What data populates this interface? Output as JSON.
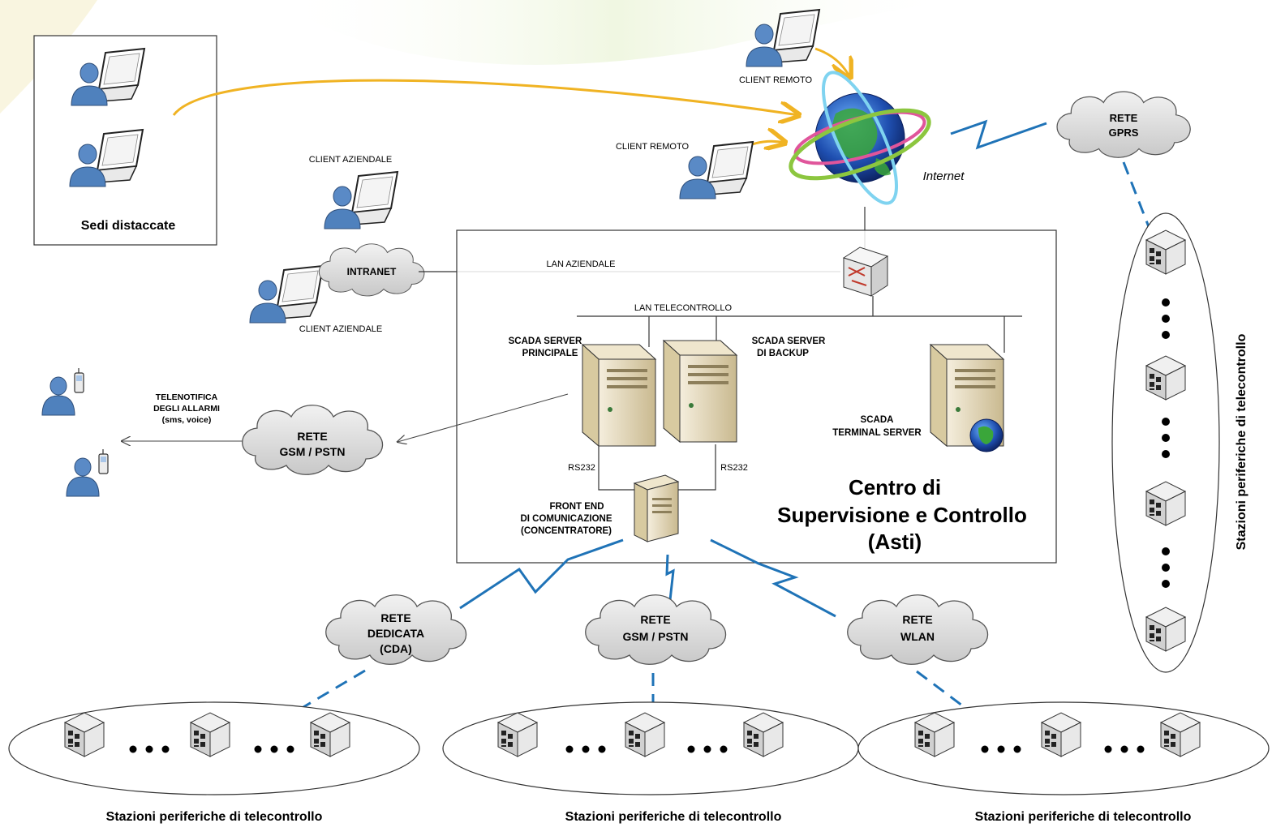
{
  "remote_offices": {
    "label": "Sedi distaccate"
  },
  "clients": {
    "remote_top": "CLIENT REMOTO",
    "remote_mid": "CLIENT REMOTO",
    "corporate_top": "CLIENT AZIENDALE",
    "corporate_bottom": "CLIENT AZIENDALE"
  },
  "internet": {
    "label": "Internet"
  },
  "networks": {
    "gprs": [
      "RETE",
      "GPRS"
    ],
    "intranet": "INTRANET",
    "gsm_left": [
      "RETE",
      "GSM / PSTN"
    ],
    "dedicated": [
      "RETE",
      "DEDICATA",
      "(CDA)"
    ],
    "gsm_bottom": [
      "RETE",
      "GSM / PSTN"
    ],
    "wlan": [
      "RETE",
      "WLAN"
    ]
  },
  "lans": {
    "corporate": "LAN AZIENDALE",
    "telecontrol": "LAN TELECONTROLLO"
  },
  "servers": {
    "main": [
      "SCADA SERVER",
      "PRINCIPALE"
    ],
    "backup": [
      "SCADA SERVER",
      "DI BACKUP"
    ],
    "terminal": [
      "SCADA",
      "TERMINAL SERVER"
    ],
    "front_end": [
      "FRONT END",
      "DI COMUNICAZIONE",
      "(CONCENTRATORE)"
    ],
    "rs232_left": "RS232",
    "rs232_right": "RS232"
  },
  "alarm_notification": [
    "TELENOTIFICA",
    "DEGLI ALLARMI",
    "(sms, voice)"
  ],
  "center": {
    "title_lines": [
      "Centro di",
      "Supervisione e Controllo",
      "(Asti)"
    ]
  },
  "stations": {
    "bottom_left": "Stazioni periferiche di telecontrollo",
    "bottom_center": "Stazioni periferiche di telecontrollo",
    "bottom_right": "Stazioni periferiche di telecontrollo",
    "right_vertical": "Stazioni periferiche di telecontrollo"
  },
  "colors": {
    "link_blue": "#1f73b7",
    "arrow_orange": "#f0b323",
    "cloud_fill": "#d9d9d9",
    "person_blue": "#4f81bd",
    "server_beige": "#e7dcc2"
  }
}
